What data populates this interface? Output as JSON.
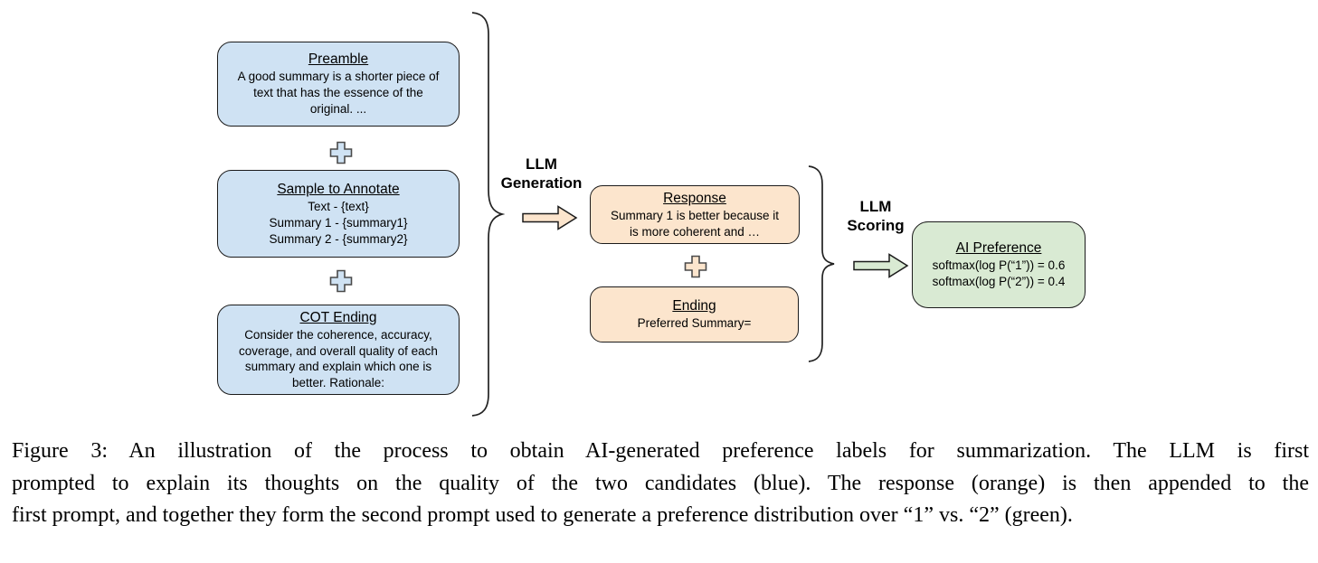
{
  "colors": {
    "blue": "#cfe2f3",
    "orange": "#fce5cd",
    "green": "#d9ead3",
    "stroke": "#1b1b1b"
  },
  "diagram": {
    "blue_boxes": [
      {
        "title": "Preamble",
        "body": "A good summary is a shorter piece of\ntext that has the essence of the\noriginal. ..."
      },
      {
        "title": "Sample to Annotate",
        "body": "Text - {text}\nSummary 1 - {summary1}\nSummary 2 - {summary2}"
      },
      {
        "title": "COT Ending",
        "body": "Consider the coherence, accuracy,\ncoverage, and overall quality of each\nsummary and explain which one is\nbetter. Rationale:"
      }
    ],
    "orange_boxes": [
      {
        "title": "Response",
        "body": "Summary 1 is better because it\nis more coherent and …"
      },
      {
        "title": "Ending",
        "body": "Preferred Summary="
      }
    ],
    "green_box": {
      "title": "AI Preference",
      "body": "softmax(log P(“1”)) = 0.6\nsoftmax(log P(“2”)) = 0.4"
    },
    "labels": {
      "generation": "LLM\nGeneration",
      "scoring": "LLM\nScoring"
    }
  },
  "caption": {
    "lines": [
      "Figure 3: An illustration of the process to obtain AI-generated preference labels for summarization. The LLM is first",
      "prompted to explain its thoughts on the quality of the two candidates (blue). The response (orange) is then appended to the",
      "first prompt, and together they form the second prompt used to generate a preference distribution over “1” vs. “2” (green)."
    ]
  }
}
